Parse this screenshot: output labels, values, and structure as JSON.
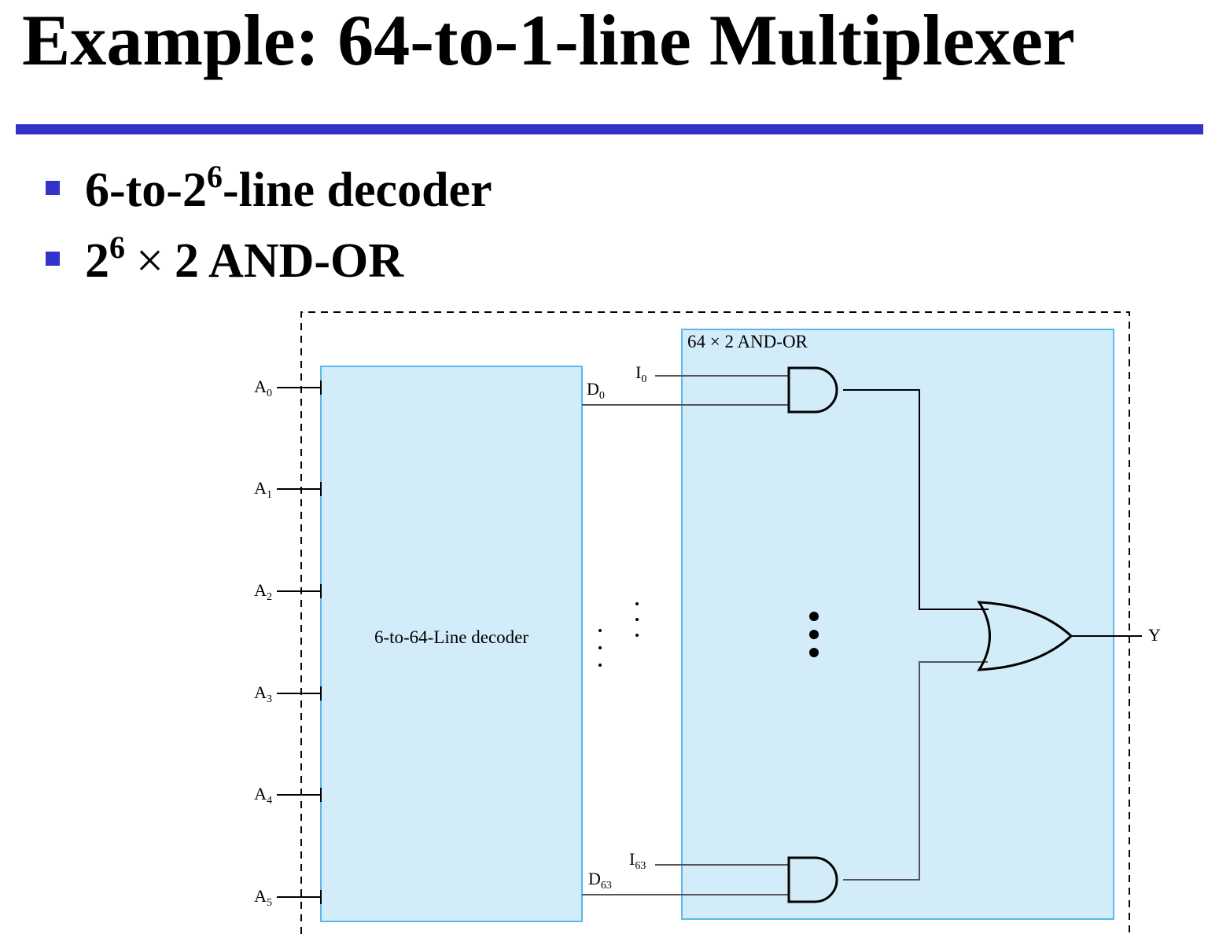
{
  "slide": {
    "title": "Example: 64-to-1-line Multiplexer",
    "bullets": [
      {
        "base": "6-to-2",
        "sup": "6",
        "rest": "-line decoder"
      },
      {
        "base": "2",
        "sup": "6",
        "times": "×",
        "rest": "2 AND-OR"
      }
    ]
  },
  "diagram": {
    "decoder_label": "6-to-64-Line decoder",
    "andor_label": "64 × 2 AND-OR",
    "select_inputs": [
      {
        "letter": "A",
        "sub": "0"
      },
      {
        "letter": "A",
        "sub": "1"
      },
      {
        "letter": "A",
        "sub": "2"
      },
      {
        "letter": "A",
        "sub": "3"
      },
      {
        "letter": "A",
        "sub": "4"
      },
      {
        "letter": "A",
        "sub": "5"
      }
    ],
    "decoder_outputs": [
      {
        "letter": "D",
        "sub": "0"
      },
      {
        "letter": "D",
        "sub": "63"
      }
    ],
    "data_inputs": [
      {
        "letter": "I",
        "sub": "0"
      },
      {
        "letter": "I",
        "sub": "63"
      }
    ],
    "output": "Y",
    "colors": {
      "accent": "#3333cc",
      "block_fill": "#d3ecfa",
      "block_stroke": "#5bb8e8"
    }
  }
}
